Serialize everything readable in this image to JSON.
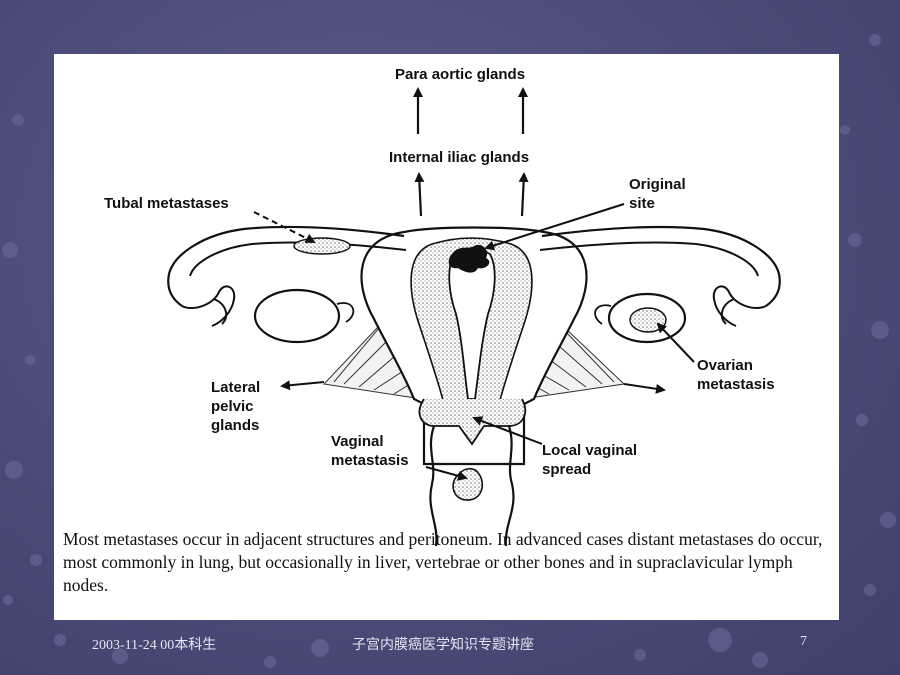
{
  "diagram": {
    "labels": {
      "para_aortic": "Para aortic glands",
      "internal_iliac": "Internal iliac glands",
      "tubal": "Tubal metastases",
      "original": "Original\nsite",
      "ovarian": "Ovarian\nmetastasis",
      "lateral": "Lateral\npelvic\nglands",
      "vaginal": "Vaginal\nmetastasis",
      "local": "Local vaginal\nspread"
    },
    "caption": "Most metastases occur in adjacent structures and peritoneum. In advanced cases distant metastases do occur, most commonly in lung, but occasionally in liver, vertebrae or other bones and in supraclavicular lymph nodes."
  },
  "footer": {
    "date": "2003-11-24 00",
    "author": "本科生",
    "title": "子宫内膜癌医学知识专题讲座",
    "page": "7"
  },
  "colors": {
    "background": "#4a4b78",
    "panel": "#ffffff",
    "ink": "#111111"
  }
}
